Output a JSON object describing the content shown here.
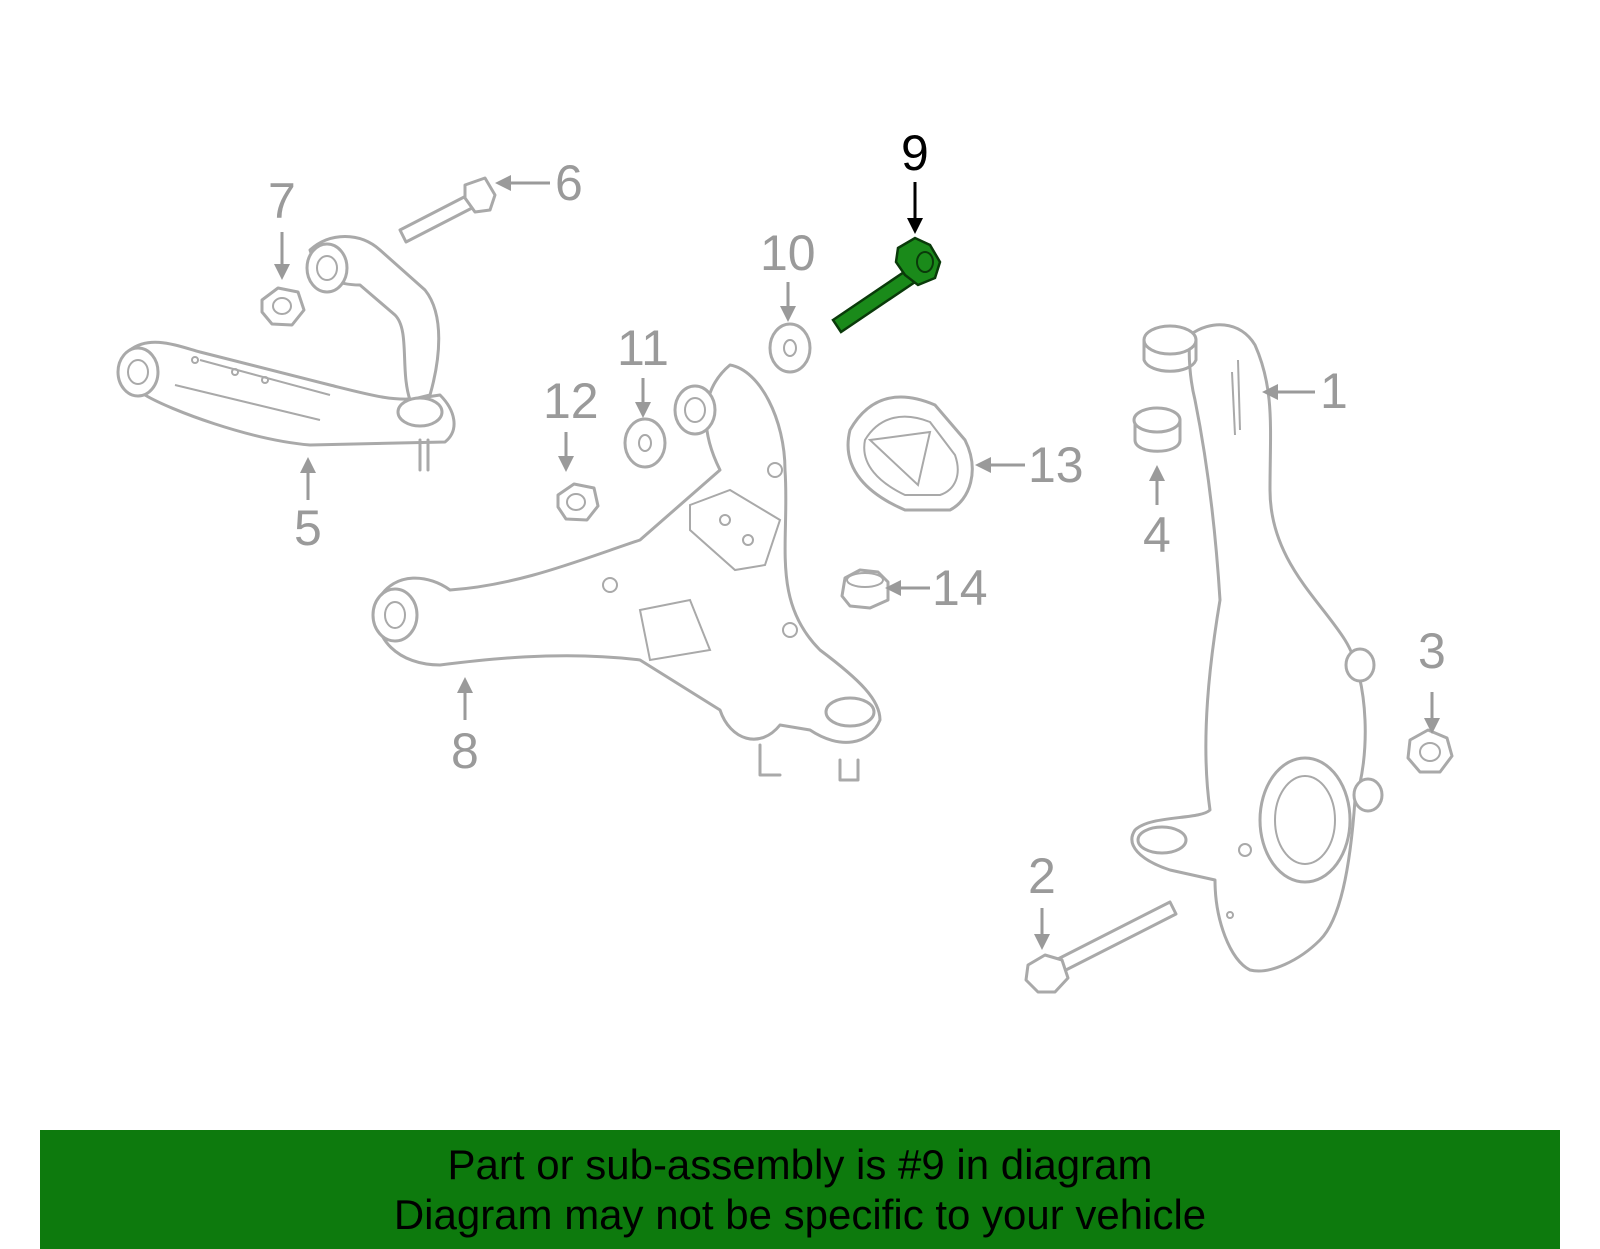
{
  "diagram": {
    "highlighted_part": "9",
    "highlight_color": "#1a8a1a",
    "callouts": [
      {
        "id": "c1",
        "label": "1"
      },
      {
        "id": "c2",
        "label": "2"
      },
      {
        "id": "c3",
        "label": "3"
      },
      {
        "id": "c4",
        "label": "4"
      },
      {
        "id": "c5",
        "label": "5"
      },
      {
        "id": "c6",
        "label": "6"
      },
      {
        "id": "c7",
        "label": "7"
      },
      {
        "id": "c8",
        "label": "8"
      },
      {
        "id": "c9",
        "label": "9"
      },
      {
        "id": "c10",
        "label": "10"
      },
      {
        "id": "c11",
        "label": "11"
      },
      {
        "id": "c12",
        "label": "12"
      },
      {
        "id": "c13",
        "label": "13"
      },
      {
        "id": "c14",
        "label": "14"
      }
    ]
  },
  "banner": {
    "color": "#0d7a0d",
    "line1": "Part or sub-assembly is #9 in diagram",
    "line2": "Diagram may not be specific to your vehicle"
  }
}
